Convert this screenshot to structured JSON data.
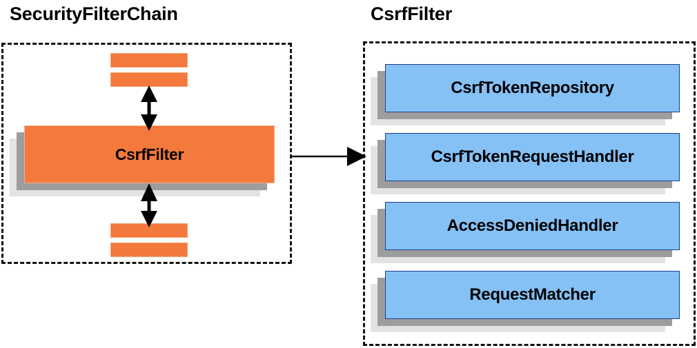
{
  "diagram": {
    "panels": [
      {
        "id": "security-filter-chain",
        "title": "SecurityFilterChain",
        "main_block": "CsrfFilter",
        "filler_bars": 4,
        "arrows": [
          "double-vertical-top",
          "double-vertical-bottom"
        ]
      },
      {
        "id": "csrf-filter",
        "title": "CsrfFilter",
        "components": [
          "CsrfTokenRepository",
          "CsrfTokenRequestHandler",
          "AccessDeniedHandler",
          "RequestMatcher"
        ]
      }
    ],
    "connector": {
      "from": "security-filter-chain",
      "to": "csrf-filter",
      "style": "single-arrow-right"
    }
  },
  "colors": {
    "orange_fill": "#f4793c",
    "orange_border": "#f3a06f",
    "blue_fill": "#85c1f5",
    "blue_border": "#1b3a8f",
    "shadow_dark": "#9d9d9d",
    "shadow_light": "#e3e3e3",
    "dashed_border": "#121212",
    "text": "#000000",
    "background": "#ffffff"
  }
}
